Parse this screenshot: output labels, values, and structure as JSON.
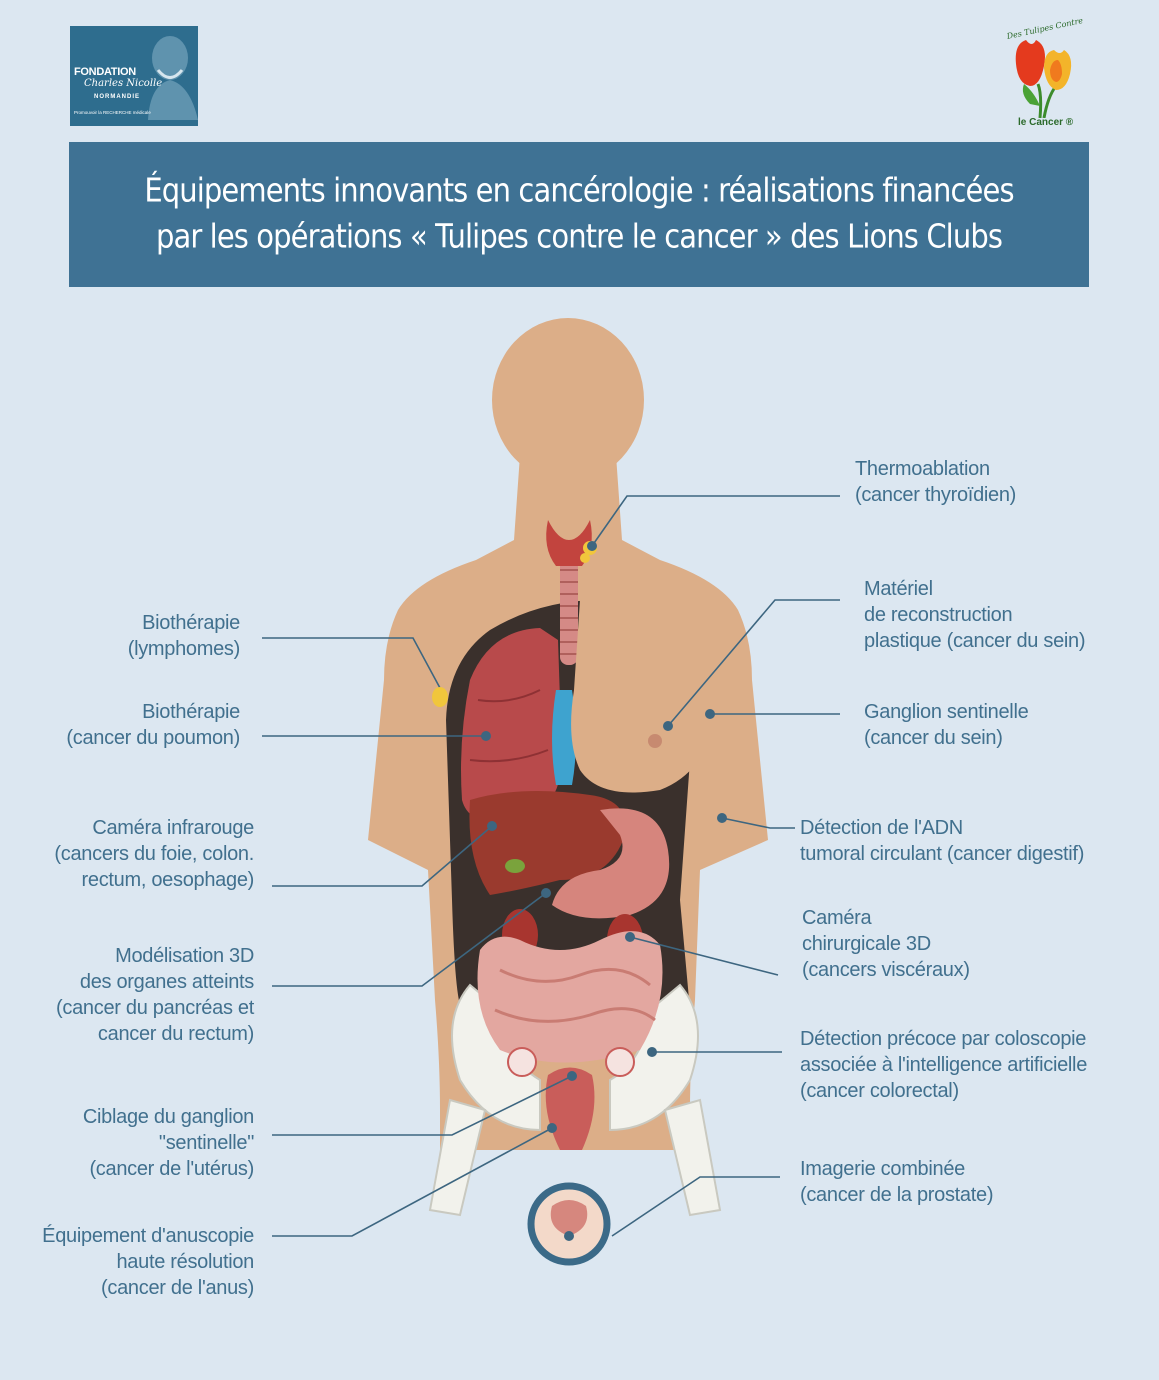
{
  "logos": {
    "left": {
      "line1": "FONDATION",
      "line2": "Charles Nicolle",
      "line3": "NORMANDIE",
      "line4": "Promouvoir la RECHERCHE médicale"
    },
    "right": {
      "top": "Des Tulipes Contre",
      "bottom": "le Cancer ®"
    }
  },
  "banner": {
    "line1": "Équipements innovants en cancérologie : réalisations financées",
    "line2": "par les opérations « Tulipes contre le cancer » des Lions Clubs"
  },
  "labels": {
    "thermo": {
      "l1": "Thermoablation",
      "l2": "(cancer thyroïdien)"
    },
    "reconstruction": {
      "l1": "Matériel",
      "l2": "de reconstruction",
      "l3": "plastique (cancer du sein)"
    },
    "ganglion_sein": {
      "l1": "Ganglion sentinelle",
      "l2": "(cancer du sein)"
    },
    "adn": {
      "l1": "Détection de l'ADN",
      "l2": "tumoral circulant (cancer digestif)"
    },
    "camera3d": {
      "l1": "Caméra",
      "l2": "chirurgicale 3D",
      "l3": "(cancers viscéraux)"
    },
    "coloscopie": {
      "l1": "Détection précoce par coloscopie",
      "l2": "associée à l'intelligence artificielle",
      "l3": "(cancer colorectal)"
    },
    "imagerie": {
      "l1": "Imagerie combinée",
      "l2": "(cancer de la prostate)"
    },
    "bio_lymph": {
      "l1": "Biothérapie",
      "l2": "(lymphomes)"
    },
    "bio_poumon": {
      "l1": "Biothérapie",
      "l2": "(cancer du poumon)"
    },
    "infrarouge": {
      "l1": "Caméra infrarouge",
      "l2": "(cancers du foie, colon.",
      "l3": "rectum, oesophage)"
    },
    "modelisation": {
      "l1": "Modélisation 3D",
      "l2": "des organes atteints",
      "l3": "(cancer du pancréas et",
      "l4": "cancer du rectum)"
    },
    "ciblage": {
      "l1": "Ciblage du ganglion",
      "l2": "\"sentinelle\"",
      "l3": "(cancer de l'utérus)"
    },
    "anuscopie": {
      "l1": "Équipement d'anuscopie",
      "l2": "haute résolution",
      "l3": "(cancer de l'anus)"
    }
  },
  "colors": {
    "background": "#dce7f1",
    "banner": "#3f7294",
    "label_text": "#41708e",
    "skin": "#dcae88",
    "leader_line": "#3d6680"
  }
}
